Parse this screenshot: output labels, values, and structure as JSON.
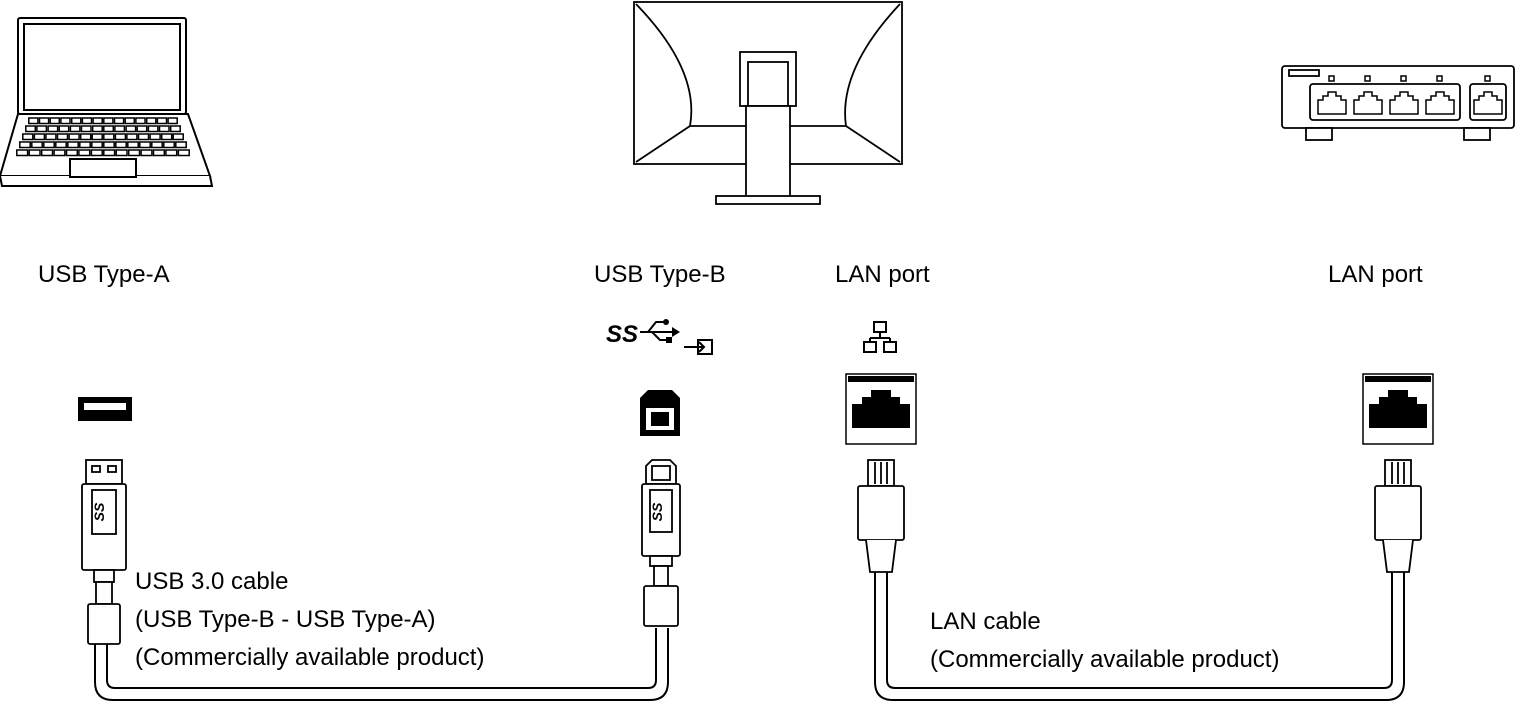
{
  "labels": {
    "usb_type_a": "USB Type-A",
    "usb_type_b": "USB Type-B",
    "lan_port_monitor": "LAN port",
    "lan_port_hub": "LAN port",
    "usb_cable_line1": "USB 3.0 cable",
    "usb_cable_line2": "(USB Type-B - USB Type-A)",
    "usb_cable_line3": "(Commercially available product)",
    "lan_cable_line1": "LAN cable",
    "lan_cable_line2": "(Commercially available product)"
  },
  "symbols": {
    "superspeed_logo_text": "SS"
  },
  "icons": [
    "laptop-icon",
    "monitor-back-icon",
    "network-hub-icon",
    "superspeed-usb-icon",
    "usb-input-icon",
    "network-icon",
    "usb-type-a-port-icon",
    "usb-type-b-port-icon",
    "lan-port-icon",
    "usb-type-a-plug-icon",
    "usb-type-b-plug-icon",
    "rj45-plug-icon"
  ]
}
